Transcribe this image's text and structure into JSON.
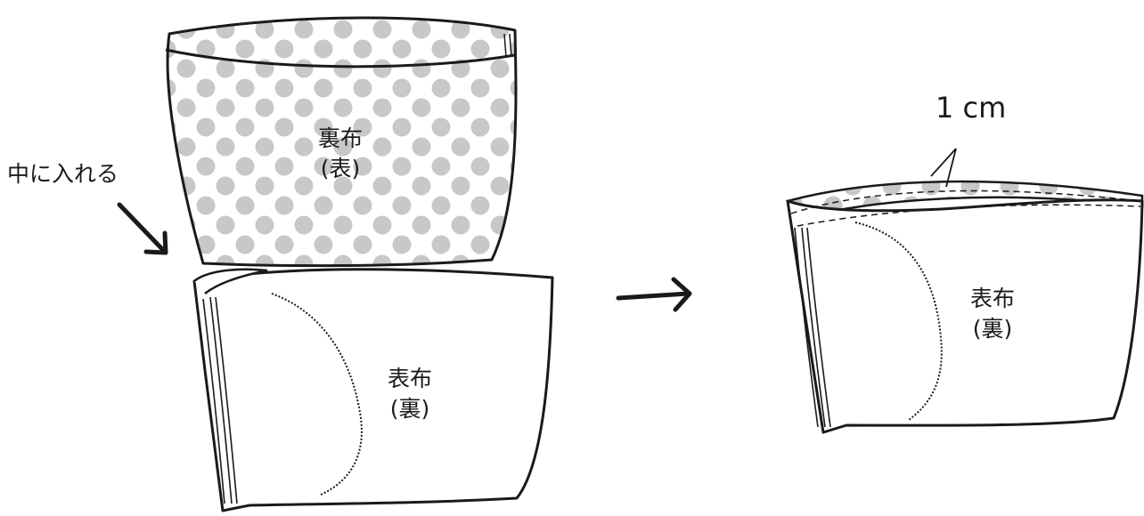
{
  "step1": {
    "instruction": "中に入れる",
    "lining_label_line1": "裏布",
    "lining_label_line2": "(表)",
    "outer_label_line1": "表布",
    "outer_label_line2": "(裏)"
  },
  "step2": {
    "measurement": "1 cm",
    "outer_label_line1": "表布",
    "outer_label_line2": "(裏)"
  },
  "colors": {
    "line": "#1a1a1a",
    "dot": "#c8c8c8",
    "fabric": "#ffffff"
  }
}
